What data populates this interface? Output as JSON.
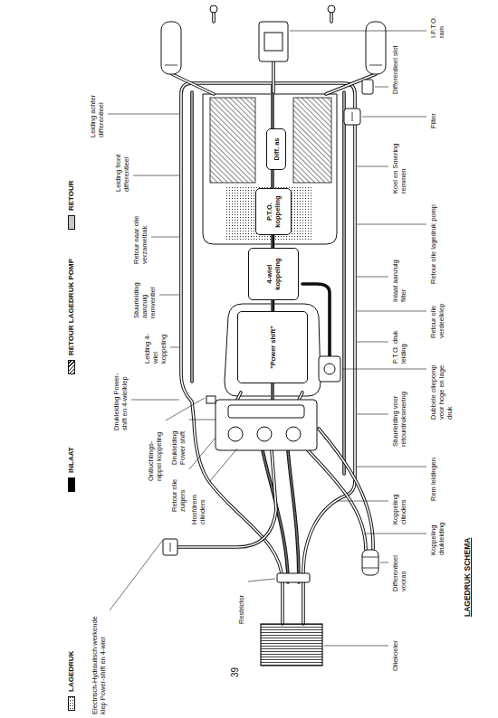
{
  "diagram": {
    "title": "LAGEDRUK SCHEMA",
    "nodes": [
      {
        "text": [
          "Diff. as"
        ]
      },
      {
        "text": [
          "P.T.O. koppeling"
        ]
      },
      {
        "text": [
          "4-wiel koppeling"
        ]
      },
      {
        "text": [
          "\"Power shift\""
        ]
      }
    ],
    "edges": [
      {
        "from": 3,
        "to": 2,
        "arrow": "none"
      },
      {
        "from": 2,
        "to": 1,
        "arrow": "none"
      }
    ],
    "labels": [
      "Electrisch-Hydraulisch werkende klep Power-shift en 4-wiel",
      "39",
      "Oliekoeler",
      "Restrictor",
      "Hoofdrem cilinders",
      "Retour olie zuigers",
      "Drukleiding Power shift",
      "Ontluchtings-nippel koppeling",
      "Drukleiding Power-shift en 4-wielklep",
      "Leiding 4-wiel koppeling",
      "Stuurleiding aanzuig remventiel",
      "Retour naar olie verzamelbak",
      "Leiding front differentieel",
      "Leiding achter differentieel",
      "Differentieel vooras",
      "Koppeling cilinders",
      "Stuurleiding voor retourdruksmering",
      "P.T.O. druk leiding",
      "Inlaat aanzuig filter",
      "Koel en Smering remmen",
      "Differentieel slot",
      "Koppeling drukleiding",
      "Rem leidingen",
      "Dubbele oliepomp voor hoge en lage druk",
      "Retour olie verdeelklep",
      "Retour olie lagedruk pomp",
      "Filter",
      "I.P.T.O. ram"
    ],
    "legend": [
      {
        "text": "LAGEDRUK"
      },
      {
        "text": "INLAAT",
        "color": "#000000"
      },
      {
        "text": "RETOUR LAGEDRUK POMP"
      },
      {
        "text": "RETOUR",
        "color": "#c8c8c8"
      }
    ]
  }
}
